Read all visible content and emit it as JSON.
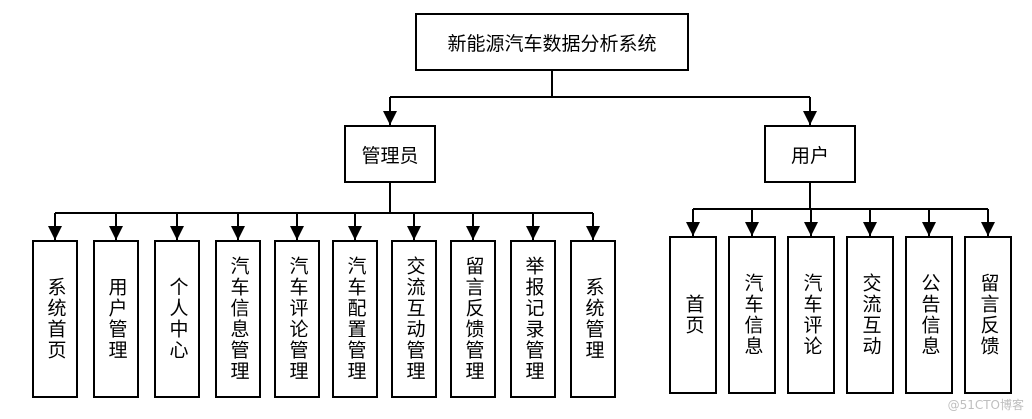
{
  "root": {
    "label": "新能源汽车数据分析系统"
  },
  "roles": [
    {
      "label": "管理员",
      "children": [
        "系统首页",
        "用户管理",
        "个人中心",
        "汽车信息管理",
        "汽车评论管理",
        "汽车配置管理",
        "交流互动管理",
        "留言反馈管理",
        "举报记录管理",
        "系统管理"
      ]
    },
    {
      "label": "用户",
      "children": [
        "首页",
        "汽车信息",
        "汽车评论",
        "交流互动",
        "公告信息",
        "留言反馈"
      ]
    }
  ],
  "watermark": "@51CTO博客"
}
